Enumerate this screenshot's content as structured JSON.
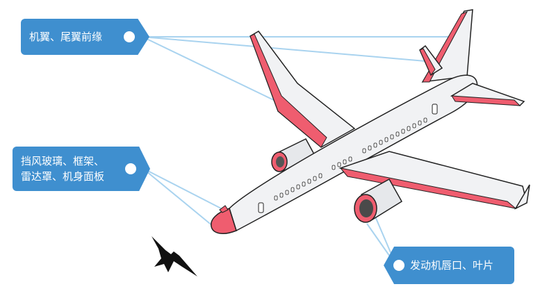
{
  "labels": {
    "leading_edge": "机翼、尾翼前缘",
    "windshield_line1": "挡风玻璃、框架、",
    "windshield_line2": "雷达罩、机身面板",
    "engine": "发动机唇口、叶片"
  },
  "colors": {
    "label_bg": "#3f8fcf",
    "highlight": "#ef5d6f",
    "fuselage": "#f1f2f4",
    "outline": "#222222",
    "leader_line": "#a9d3ef",
    "bird": "#111111"
  }
}
